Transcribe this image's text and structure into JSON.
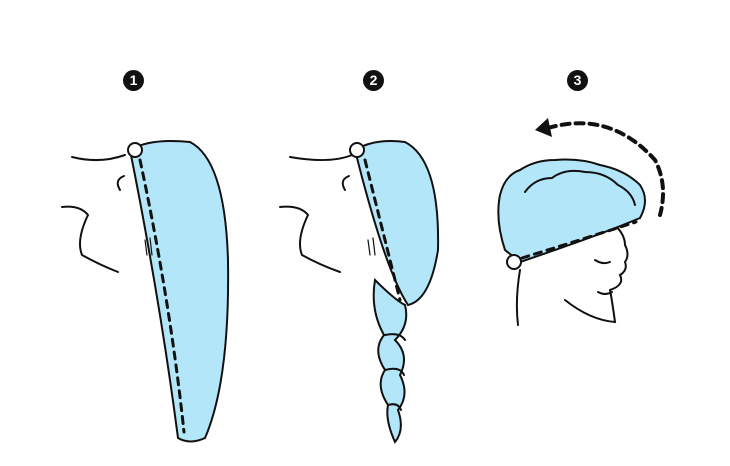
{
  "steps": [
    {
      "number": "1"
    },
    {
      "number": "2"
    },
    {
      "number": "3"
    }
  ],
  "colors": {
    "towel": "#b3e6f8",
    "outline": "#111111"
  }
}
